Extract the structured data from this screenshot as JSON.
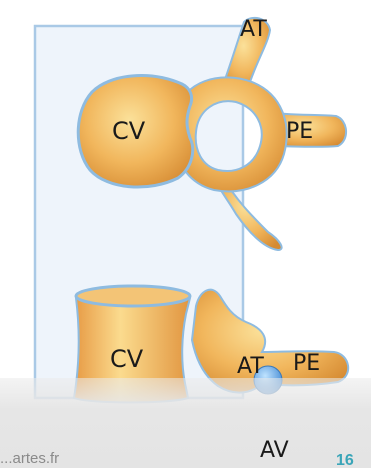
{
  "diagram": {
    "top_view": {
      "body_label": "CV",
      "transverse_label": "AT",
      "spinous_label": "PE"
    },
    "side_view": {
      "body_label": "CV",
      "transverse_label": "AT",
      "spinous_label": "PE"
    },
    "arrow_label": "AV"
  },
  "footer": {
    "source_text": "...artes.fr",
    "page_fragment": "16"
  },
  "colors": {
    "bone": "#e9a24b",
    "bone_highlight": "#f8d27a",
    "outline": "#8ebbe0",
    "arrow": "#3aa8c2"
  }
}
